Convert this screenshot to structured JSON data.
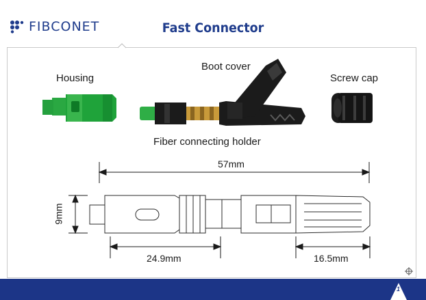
{
  "brand": {
    "name": "FIBCONET"
  },
  "title": "Fast Connector",
  "labels": {
    "housing": "Housing",
    "boot_cover": "Boot cover",
    "screw_cap": "Screw cap",
    "holder": "Fiber connecting holder"
  },
  "dimensions": {
    "total": "57mm",
    "height": "9mm",
    "front": "24.9mm",
    "rear": "16.5mm"
  },
  "footer": {
    "page_number": "1"
  },
  "colors": {
    "brand_blue": "#1f3c8c",
    "footer_blue": "#1c3587",
    "housing_green": "#1fa33a",
    "part_black": "#1b1b1b"
  },
  "icons": [
    "logo-dots-icon",
    "crosshair-icon",
    "page-corner-icon"
  ]
}
